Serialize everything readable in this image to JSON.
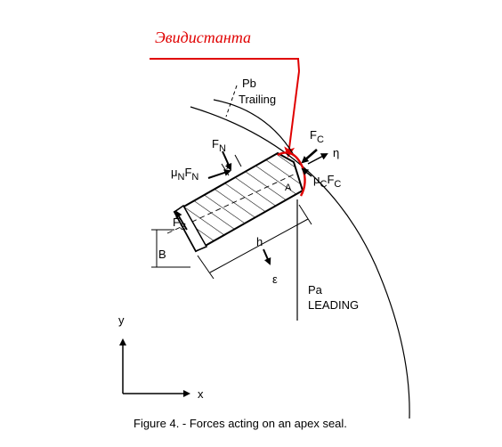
{
  "annotation": {
    "text": "Эвидистанта",
    "color": "#e00000"
  },
  "labels": {
    "pb": "Pb",
    "trailing": "Trailing",
    "fc": "F",
    "fc_sub": "C",
    "eta": "η",
    "fn": "F",
    "fn_sub": "N",
    "x": "x",
    "mu_n": "μ",
    "mu_n_sub": "N",
    "mu_n_f": "F",
    "mu_n_f_sub": "N",
    "mu_c": "μ",
    "mu_c_sub": "C",
    "mu_c_f": "F",
    "mu_c_f_sub": "C",
    "a": "A",
    "fs": "F",
    "fs_sub": "S",
    "b": "B",
    "h": "h",
    "epsilon": "ε",
    "pa": "Pa",
    "leading": "LEADING",
    "axis_y": "y",
    "axis_x": "x"
  },
  "caption": "Figure 4. - Forces acting on an apex seal."
}
